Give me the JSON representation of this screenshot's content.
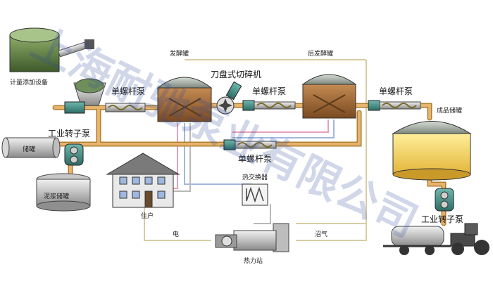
{
  "labels": {
    "dosing_device": "计量添加设备",
    "fermenter": "发酵罐",
    "post_fermenter": "后发酵罐",
    "knife_crusher": "刀盘式切碎机",
    "screw_pump_1": "单螺杆泵",
    "screw_pump_2": "单螺杆泵",
    "screw_pump_3": "单螺杆泵",
    "screw_pump_4": "单螺杆泵",
    "storage_tank": "储罐",
    "rotor_pump_1": "工业转子泵",
    "rotor_pump_2": "工业转子泵",
    "sludge_tank": "泥浆储罐",
    "product_tank": "成品储罐",
    "heat_exchanger": "热交换器",
    "residence": "住户",
    "electricity": "电",
    "biogas": "沼气",
    "heating_station": "热力站"
  },
  "watermark": "上海耐驰泵业有限公司",
  "colors": {
    "pipe": "#e6b46c",
    "pipe_edge": "#b07e32",
    "line_pink": "#e8a0b8",
    "line_blue": "#9fb8e0",
    "line_gray": "#b8b8b8",
    "line_beige": "#d8cca4",
    "tank_dome": "#9aa59a",
    "tank_body": "#8a5a32",
    "product_fill": "#f5d46a",
    "pump_body": "#3f8f86",
    "watermark": "#2e4a9a"
  }
}
